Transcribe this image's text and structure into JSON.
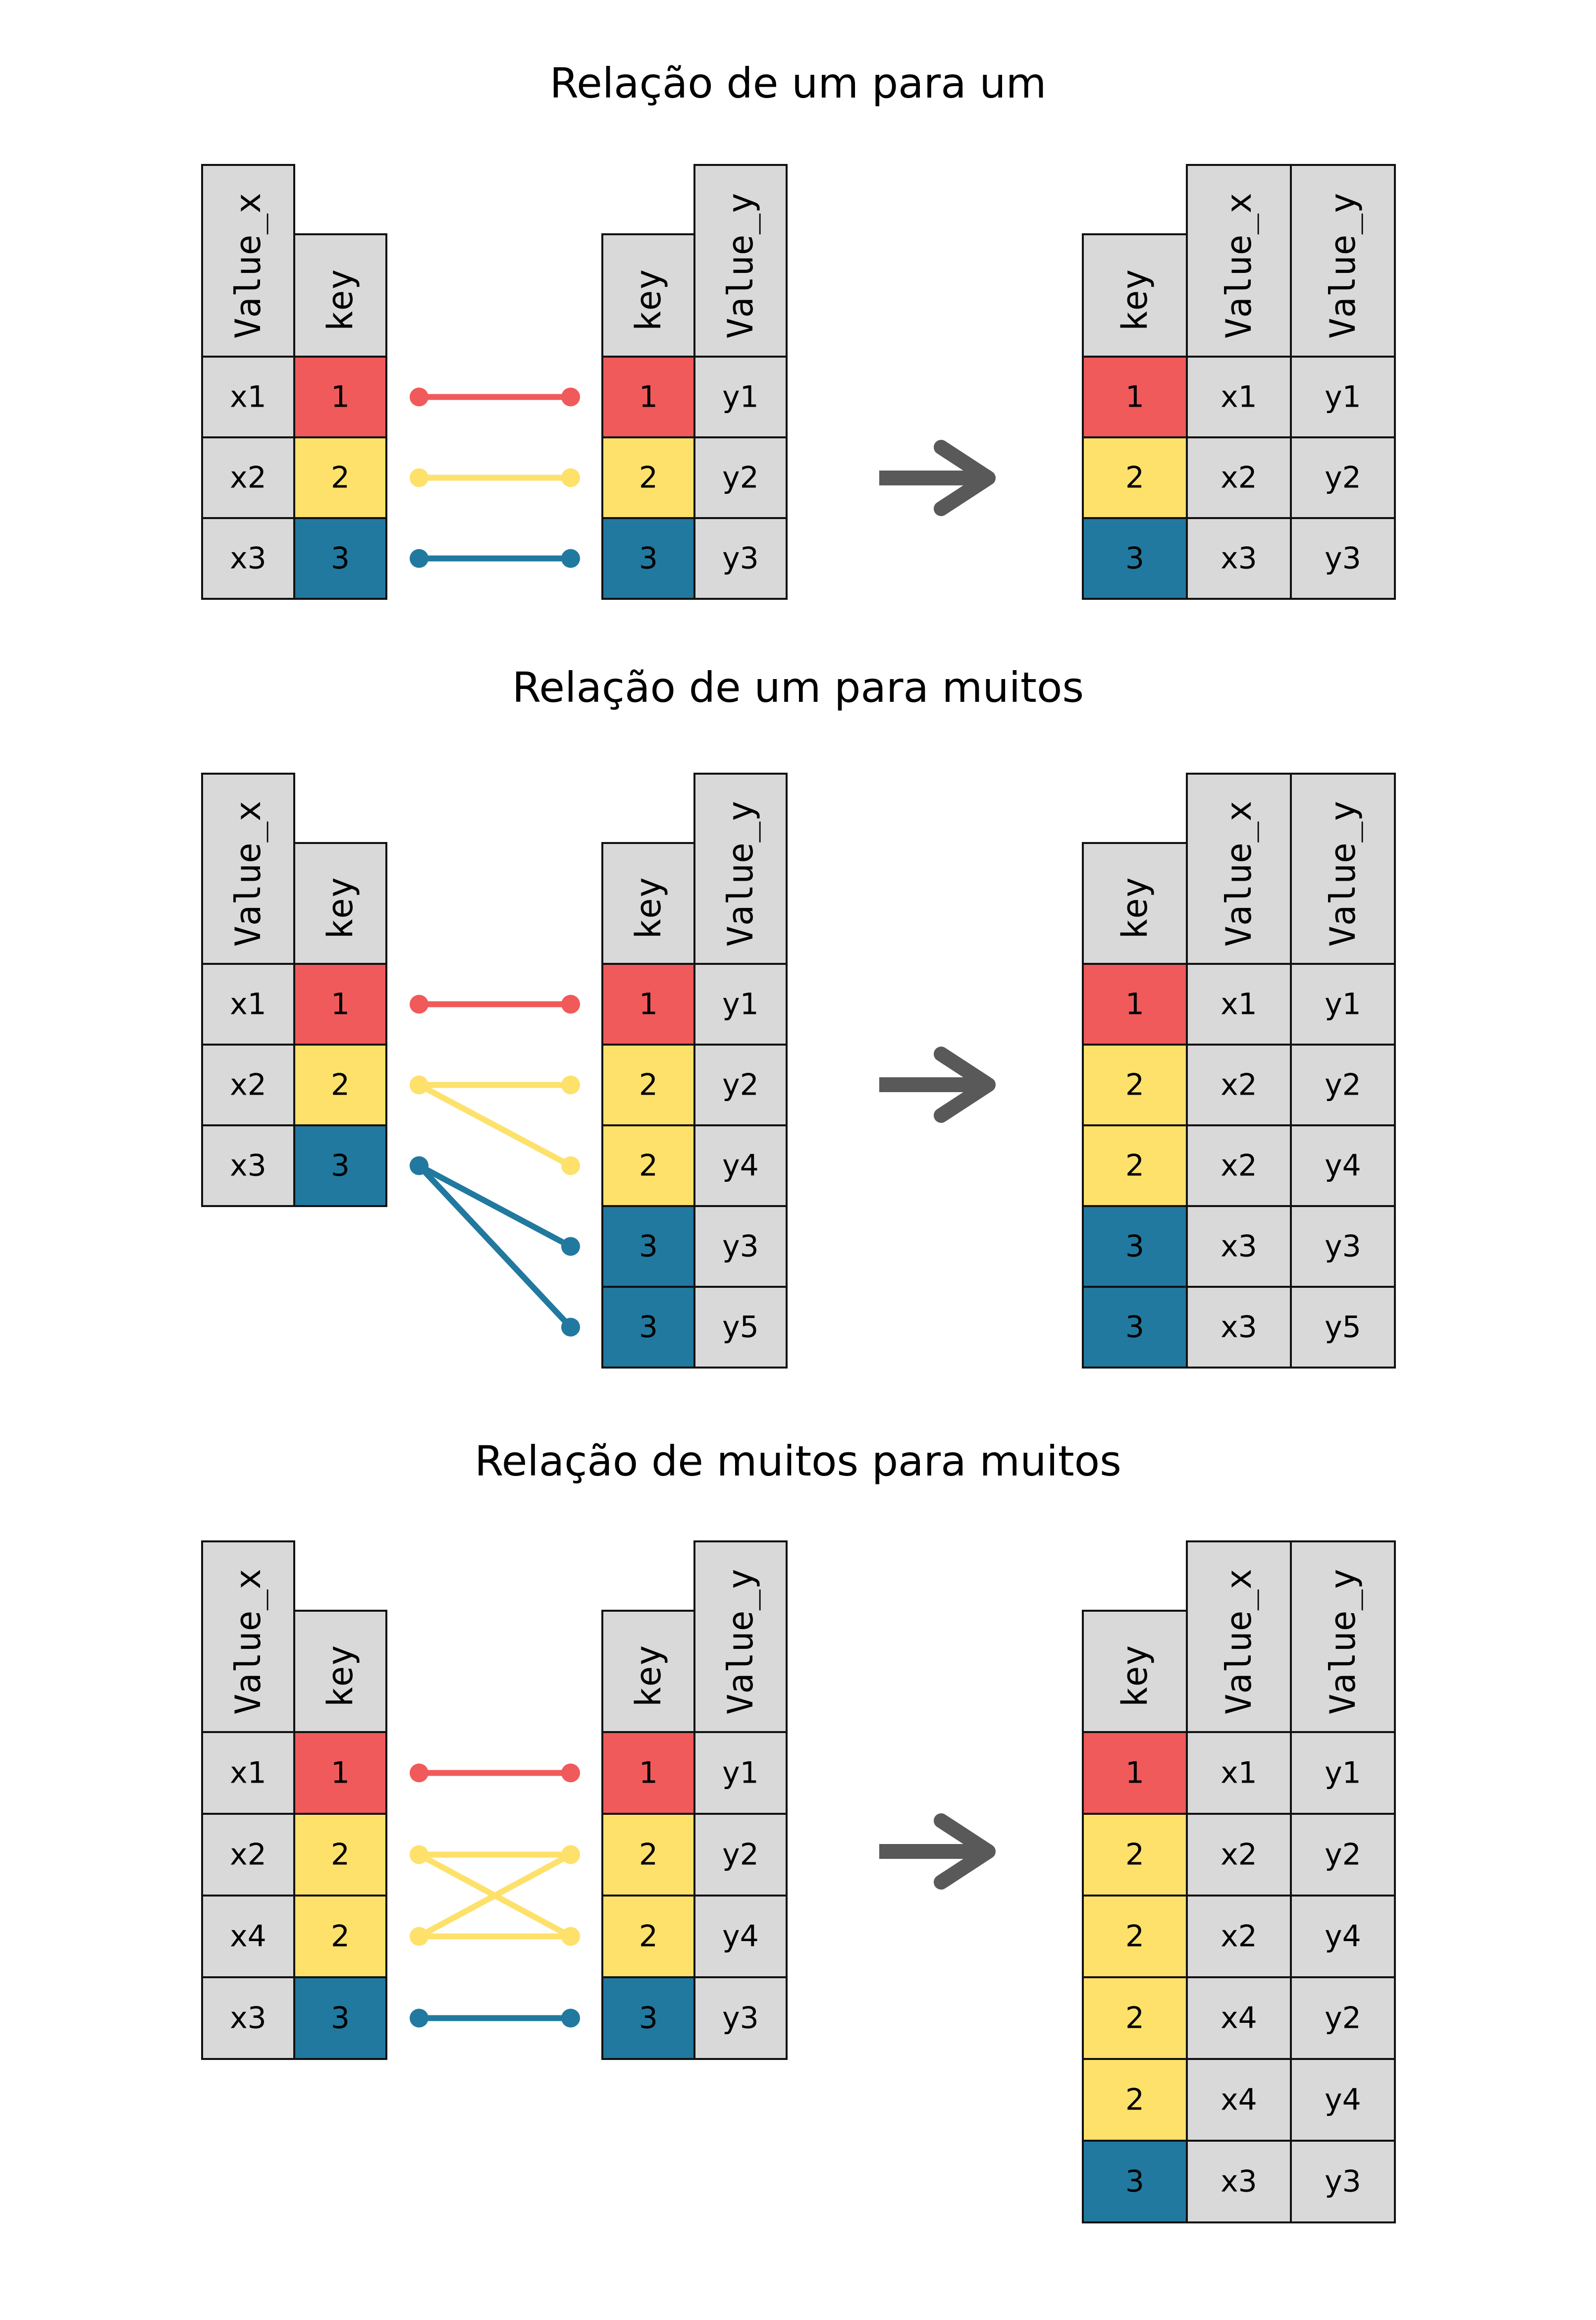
{
  "colors": {
    "1": "#f05a5a",
    "2": "#fde16b",
    "3": "#21799f",
    "neutral": "#d9d9d9",
    "stroke": "#111111",
    "arrow": "#595959"
  },
  "sections": [
    {
      "title": "Relação de um para um",
      "left": {
        "headers": [
          "Value_x",
          "key"
        ],
        "rows": [
          [
            "x1",
            "1"
          ],
          [
            "x2",
            "2"
          ],
          [
            "x3",
            "3"
          ]
        ]
      },
      "right": {
        "headers": [
          "key",
          "Value_y"
        ],
        "rows": [
          [
            "1",
            "y1"
          ],
          [
            "2",
            "y2"
          ],
          [
            "3",
            "y3"
          ]
        ]
      },
      "links": [
        [
          0,
          0
        ],
        [
          1,
          1
        ],
        [
          2,
          2
        ]
      ],
      "result": {
        "headers": [
          "key",
          "Value_x",
          "Value_y"
        ],
        "rows": [
          [
            "1",
            "x1",
            "y1"
          ],
          [
            "2",
            "x2",
            "y2"
          ],
          [
            "3",
            "x3",
            "y3"
          ]
        ]
      }
    },
    {
      "title": "Relação de um para muitos",
      "left": {
        "headers": [
          "Value_x",
          "key"
        ],
        "rows": [
          [
            "x1",
            "1"
          ],
          [
            "x2",
            "2"
          ],
          [
            "x3",
            "3"
          ]
        ]
      },
      "right": {
        "headers": [
          "key",
          "Value_y"
        ],
        "rows": [
          [
            "1",
            "y1"
          ],
          [
            "2",
            "y2"
          ],
          [
            "2",
            "y4"
          ],
          [
            "3",
            "y3"
          ],
          [
            "3",
            "y5"
          ]
        ]
      },
      "links": [
        [
          0,
          0
        ],
        [
          1,
          1
        ],
        [
          1,
          2
        ],
        [
          2,
          3
        ],
        [
          2,
          4
        ]
      ],
      "result": {
        "headers": [
          "key",
          "Value_x",
          "Value_y"
        ],
        "rows": [
          [
            "1",
            "x1",
            "y1"
          ],
          [
            "2",
            "x2",
            "y2"
          ],
          [
            "2",
            "x2",
            "y4"
          ],
          [
            "3",
            "x3",
            "y3"
          ],
          [
            "3",
            "x3",
            "y5"
          ]
        ]
      }
    },
    {
      "title": "Relação de muitos para muitos",
      "left": {
        "headers": [
          "Value_x",
          "key"
        ],
        "rows": [
          [
            "x1",
            "1"
          ],
          [
            "x2",
            "2"
          ],
          [
            "x4",
            "2"
          ],
          [
            "x3",
            "3"
          ]
        ]
      },
      "right": {
        "headers": [
          "key",
          "Value_y"
        ],
        "rows": [
          [
            "1",
            "y1"
          ],
          [
            "2",
            "y2"
          ],
          [
            "2",
            "y4"
          ],
          [
            "3",
            "y3"
          ]
        ]
      },
      "links": [
        [
          0,
          0
        ],
        [
          1,
          1
        ],
        [
          1,
          2
        ],
        [
          2,
          1
        ],
        [
          2,
          2
        ],
        [
          3,
          3
        ]
      ],
      "result": {
        "headers": [
          "key",
          "Value_x",
          "Value_y"
        ],
        "rows": [
          [
            "1",
            "x1",
            "y1"
          ],
          [
            "2",
            "x2",
            "y2"
          ],
          [
            "2",
            "x2",
            "y4"
          ],
          [
            "2",
            "x4",
            "y2"
          ],
          [
            "2",
            "x4",
            "y4"
          ],
          [
            "3",
            "x3",
            "y3"
          ]
        ]
      }
    }
  ]
}
